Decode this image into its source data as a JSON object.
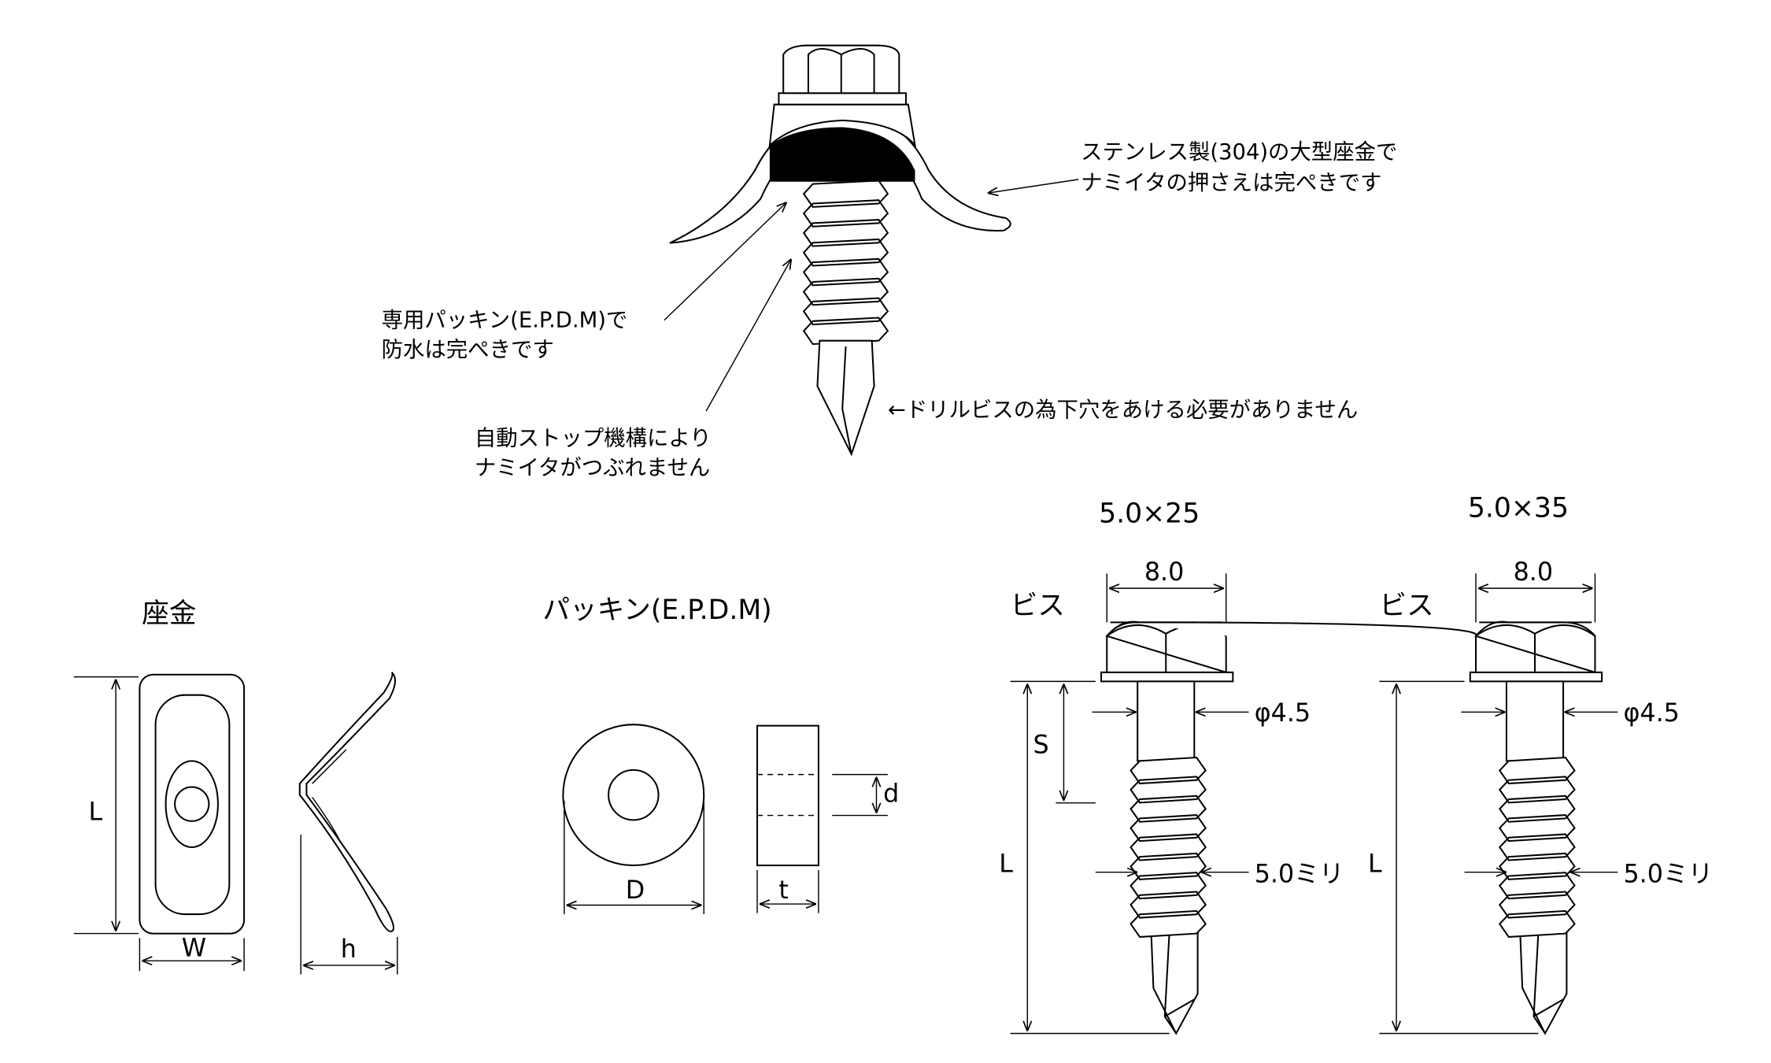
{
  "callouts": {
    "washer_line1": "ステンレス製(304)の大型座金で",
    "washer_line2": "ナミイタの押さえは完ぺきです",
    "packing_line1": "専用パッキン(E.P.D.M)で",
    "packing_line2": "防水は完ぺきです",
    "stop_line1": "自動ストップ機構により",
    "stop_line2": "ナミイタがつぶれません",
    "drill": "←ドリルビスの為下穴をあける必要がありません"
  },
  "washer": {
    "title": "座金",
    "dim_L": "L",
    "dim_W": "W",
    "dim_h": "h"
  },
  "packing": {
    "title": "パッキン(E.P.D.M)",
    "dim_D": "D",
    "dim_d": "d",
    "dim_t": "t"
  },
  "screws": [
    {
      "title": "5.0×25",
      "label": "ビス",
      "head_width": "8.0",
      "shank": "φ4.5",
      "thread": "5.0ミリ",
      "dim_L": "L",
      "dim_S": "S"
    },
    {
      "title": "5.0×35",
      "label": "ビス",
      "head_width": "8.0",
      "shank": "φ4.5",
      "thread": "5.0ミリ",
      "dim_L": "L"
    }
  ]
}
